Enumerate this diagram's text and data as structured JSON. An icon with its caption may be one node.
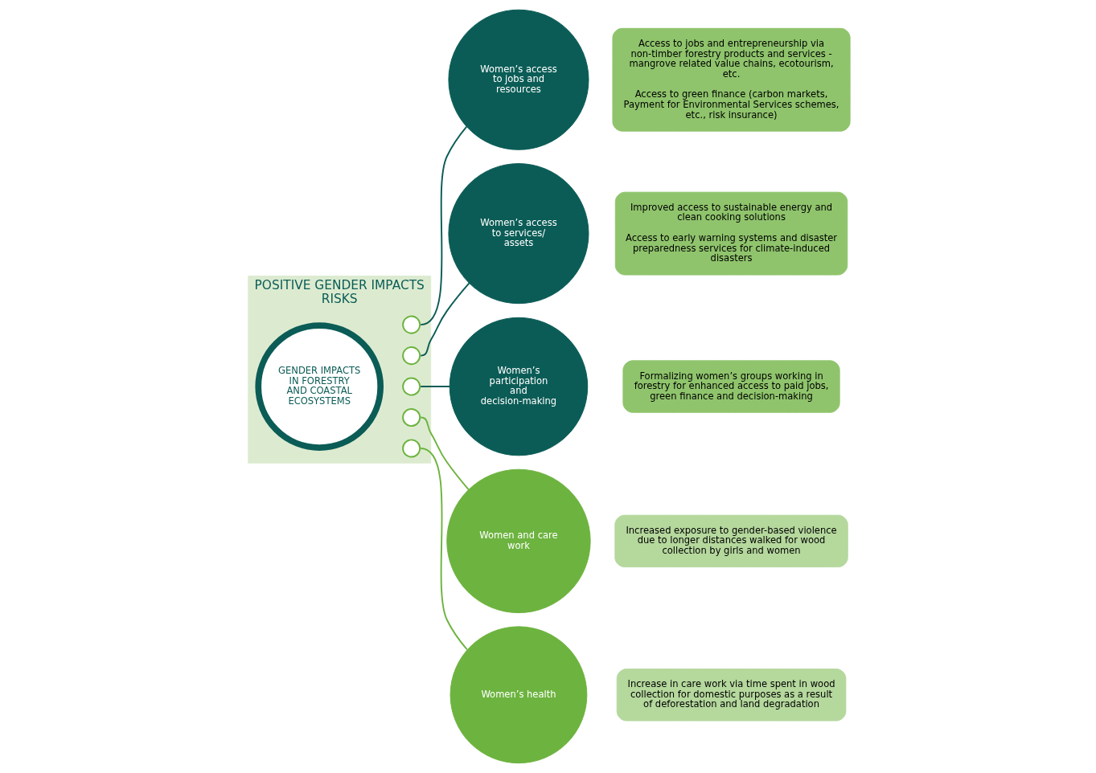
{
  "diagram": {
    "nodes": [
      {
        "text": [
          "POSITIVE GENDER IMPACTS",
          "RISKS"
        ]
      },
      {
        "text": [
          "GENDER IMPACTS IN FORESTRY AND COASTAL ECOSYSTEMS"
        ],
        "in": 0
      },
      {
        "text": [],
        "shape": "circle",
        "in": 0
      },
      {
        "text": [],
        "shape": "circle",
        "in": 0
      },
      {
        "text": [],
        "shape": "circle",
        "in": 0
      },
      {
        "text": [],
        "shape": "circle",
        "in": 0
      },
      {
        "text": [],
        "shape": "circle",
        "in": 0
      },
      {
        "text": [
          "Women’s access to jobs and resources"
        ]
      },
      {
        "text": [
          "Access to jobs and entrepreneurship via non-timber forestry products and services - mangrove related value chains, ecotourism, etc.",
          "Access to green finance (carbon markets, Payment for Environmental Services schemes, etc., risk insurance)"
        ]
      },
      {
        "text": [
          "Women’s access to services/ assets"
        ]
      },
      {
        "text": [
          "Improved access to sustainable energy and clean cooking solutions",
          "Access to early warning systems and disaster preparedness services for climate-induced disasters"
        ]
      },
      {
        "text": [
          "Women’s participation and decision-making"
        ]
      },
      {
        "text": [
          "Formalizing women’s groups working in forestry for enhanced access to paid jobs, green finance and decision-making"
        ]
      },
      {
        "text": [
          "Women and care work"
        ]
      },
      {
        "text": [
          "Increased exposure to gender-based violence due to longer distances walked for wood collection by girls and women"
        ]
      },
      {
        "text": [
          "Women’s health"
        ]
      },
      {
        "text": [
          "Increase in care work via time spent in wood collection for domestic purposes as a result of deforestation and land degradation"
        ]
      }
    ],
    "edges": [
      {
        "from": 2,
        "to": 7,
        "arrow": "none"
      },
      {
        "from": 3,
        "to": 9,
        "arrow": "none"
      },
      {
        "from": 4,
        "to": 11,
        "arrow": "none"
      },
      {
        "from": 5,
        "to": 13,
        "arrow": "none",
        "color": "#6db33f"
      },
      {
        "from": 6,
        "to": 15,
        "arrow": "none",
        "color": "#6db33f"
      }
    ]
  }
}
